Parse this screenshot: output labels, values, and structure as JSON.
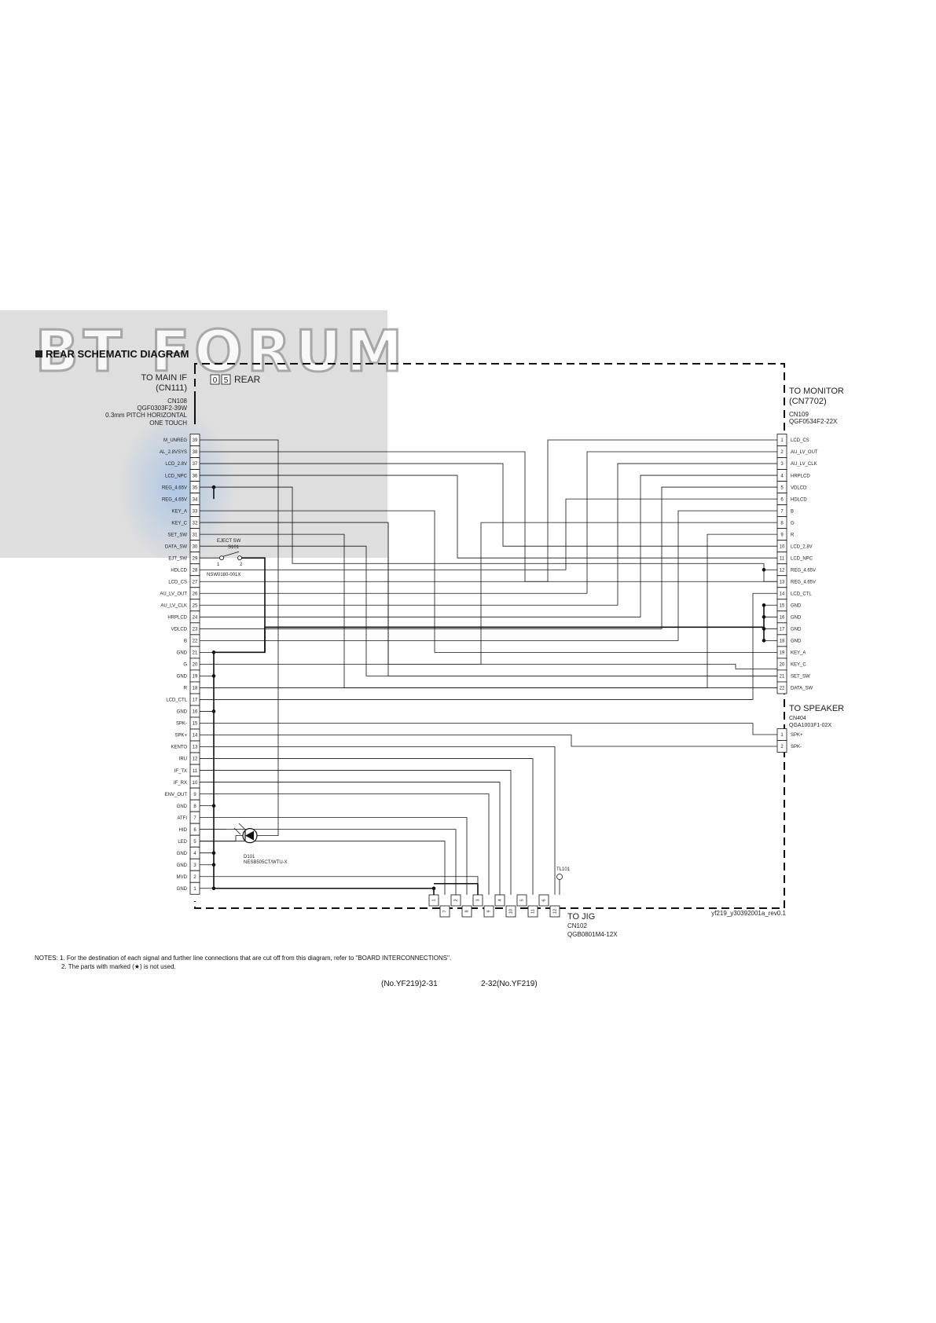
{
  "title": "REAR SCHEMATIC DIAGRAM",
  "board": {
    "digits": [
      "0",
      "5"
    ],
    "name": "REAR"
  },
  "watermark": "BT FORUM",
  "cn108": {
    "to": "TO MAIN IF",
    "ref": "(CN111)",
    "id": "CN108",
    "part": "QGF0303F2-39W",
    "desc1": "0.3mm PITCH HORIZONTAL",
    "desc2": "ONE TOUCH",
    "pins": [
      "M_UNREG",
      "AL_2.8VSYS",
      "LCD_2.8V",
      "LCD_NPC",
      "REG_4.65V",
      "REG_4.65V",
      "KEY_A",
      "KEY_C",
      "SET_SW",
      "DATA_SW",
      "EJT_SW",
      "HDLCD",
      "LCD_CS",
      "AU_LV_OUT",
      "AU_LV_CLK",
      "HRPLCD",
      "VDLCD",
      "B",
      "GND",
      "G",
      "GND",
      "R",
      "LCD_CTL",
      "GND",
      "SPK-",
      "SPK+",
      "KENTO",
      "IRU",
      "IF_TX",
      "IF_RX",
      "ENV_OUT",
      "GND",
      "ATFI",
      "HID",
      "LED",
      "GND",
      "GND",
      "MVD",
      "GND"
    ]
  },
  "cn109": {
    "to": "TO MONITOR",
    "ref": "(CN7702)",
    "id": "CN109",
    "part": "QGF0534F2-22X",
    "pins": [
      "LCD_CS",
      "AU_LV_OUT",
      "AU_LV_CLK",
      "HRPLCD",
      "VDLCD",
      "HDLCD",
      "B",
      "G",
      "R",
      "LCD_2.8V",
      "LCD_NPC",
      "REG_4.65V",
      "REG_4.65V",
      "LCD_CTL",
      "GND",
      "GND",
      "GND",
      "GND",
      "KEY_A",
      "KEY_C",
      "SET_SW",
      "DATA_SW"
    ]
  },
  "cn404": {
    "to": "TO SPEAKER",
    "id": "CN404",
    "part": "QGA1001F1-02X",
    "pins": [
      "SPK+",
      "SPK-"
    ]
  },
  "cn102": {
    "to": "TO JIG",
    "id": "CN102",
    "part": "QGB0801M4-12X",
    "pins": [
      "1",
      "2",
      "3",
      "4",
      "5",
      "6",
      "7",
      "8",
      "9",
      "10",
      "11",
      "12"
    ]
  },
  "s101": {
    "label": "EJECT SW",
    "id": "S101",
    "part": "NSW0180-001X",
    "p1": "1",
    "p2": "2"
  },
  "d101": {
    "id": "D101",
    "part": "NESB505CT/WTU-X"
  },
  "tl101": "TL101",
  "revision": "yf219_y30392001a_rev0.1",
  "notes": {
    "line1": "NOTES: 1. For the destination of each signal and further line connections that are cut off from this diagram, refer to \"BOARD INTERCONNECTIONS\".",
    "line2": "2. The parts with marked (★) is not used."
  },
  "page_left": "(No.YF219)2-31",
  "page_right": "2-32(No.YF219)"
}
